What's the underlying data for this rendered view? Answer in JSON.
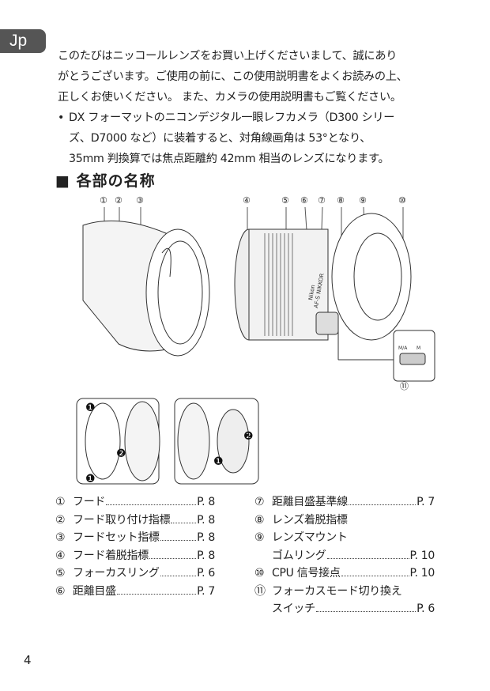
{
  "tab": "Jp",
  "intro": [
    "このたびはニッコールレンズをお買い上げくださいまして、誠にあり",
    "がとうございます。ご使用の前に、この使用説明書をよくお読みの上、",
    "正しくお使いください。 また、カメラの使用説明書もご覧ください。"
  ],
  "bullet": {
    "mark": "•",
    "lines": [
      "DX フォーマットのニコンデジタル一眼レフカメラ（D300 シリー",
      "ズ、D7000 など）に装着すると、対角線画角は 53°となり、",
      "35mm 判換算では焦点距離約 42mm 相当のレンズになります。"
    ]
  },
  "heading": "■ 各部の名称",
  "callouts": [
    "①",
    "②",
    "③",
    "④",
    "⑤",
    "⑥",
    "⑦",
    "⑧",
    "⑨",
    "⑩",
    "⑪"
  ],
  "lens_labels": {
    "brand": "Nikon",
    "model": "AF-S NIKKOR",
    "switch_ma": "M/A",
    "switch_m": "M"
  },
  "steps": [
    "❶",
    "❷"
  ],
  "parts_left": [
    {
      "n": "①",
      "label": "フード",
      "page": "P. 8"
    },
    {
      "n": "②",
      "label": "フード取り付け指標",
      "page": "P. 8"
    },
    {
      "n": "③",
      "label": "フードセット指標",
      "page": "P. 8"
    },
    {
      "n": "④",
      "label": "フード着脱指標",
      "page": "P. 8"
    },
    {
      "n": "⑤",
      "label": "フォーカスリング",
      "page": "P. 6"
    },
    {
      "n": "⑥",
      "label": "距離目盛",
      "page": "P. 7"
    }
  ],
  "parts_right": [
    {
      "n": "⑦",
      "label": "距離目盛基準線",
      "page": "P. 7"
    },
    {
      "n": "⑧",
      "label": "レンズ着脱指標"
    },
    {
      "n": "⑨",
      "label": "レンズマウント",
      "label2": "ゴムリング",
      "page": "P. 10"
    },
    {
      "n": "⑩",
      "label": "CPU 信号接点",
      "page": "P. 10"
    },
    {
      "n": "⑪",
      "label": "フォーカスモード切り換え",
      "label2": "スイッチ",
      "page": "P. 6"
    }
  ],
  "page_number": "4"
}
